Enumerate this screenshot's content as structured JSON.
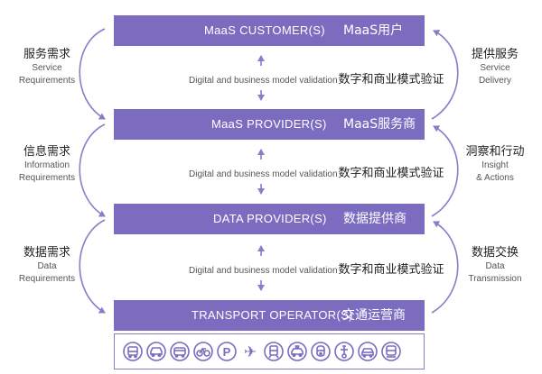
{
  "layers": {
    "customer": {
      "en": "MaaS CUSTOMER(S)",
      "zh": "MaaS用户"
    },
    "provider": {
      "en": "MaaS PROVIDER(S)",
      "zh": "MaaS服务商"
    },
    "data": {
      "en": "DATA PROVIDER(S)",
      "zh": "数据提供商"
    },
    "transport": {
      "en": "TRANSPORT OPERATOR(S)",
      "zh": "交通运营商"
    }
  },
  "validation": {
    "en": "Digital and business model validation",
    "zh": "数字和商业模式验证"
  },
  "left_flows": [
    {
      "zh": "服务需求",
      "en_lines": [
        "Service",
        "Requirements"
      ]
    },
    {
      "zh": "信息需求",
      "en_lines": [
        "Information",
        "Requirements"
      ]
    },
    {
      "zh": "数据需求",
      "en_lines": [
        "Data",
        "Requirements"
      ]
    }
  ],
  "right_flows": [
    {
      "zh": "提供服务",
      "en_lines": [
        "Service",
        "Delivery"
      ]
    },
    {
      "zh": "洞察和行动",
      "en_lines": [
        "Insight",
        "& Actions"
      ]
    },
    {
      "zh": "数据交换",
      "en_lines": [
        "Data",
        "Transmission"
      ]
    }
  ],
  "transport_modes": [
    {
      "icon": "bus-icon"
    },
    {
      "icon": "car-icon"
    },
    {
      "icon": "coach-icon"
    },
    {
      "icon": "bicycle-icon"
    },
    {
      "icon": "parking-icon",
      "glyph": "P"
    },
    {
      "icon": "airplane-icon",
      "glyph": "✈"
    },
    {
      "icon": "tram-icon"
    },
    {
      "icon": "taxi-icon"
    },
    {
      "icon": "metro-icon"
    },
    {
      "icon": "scooter-icon"
    },
    {
      "icon": "shared-car-icon"
    },
    {
      "icon": "train-icon"
    }
  ],
  "colors": {
    "layer_fill": "#7b6cc0",
    "arrow": "#8a7cc8",
    "icon": "#7b6cc0"
  }
}
